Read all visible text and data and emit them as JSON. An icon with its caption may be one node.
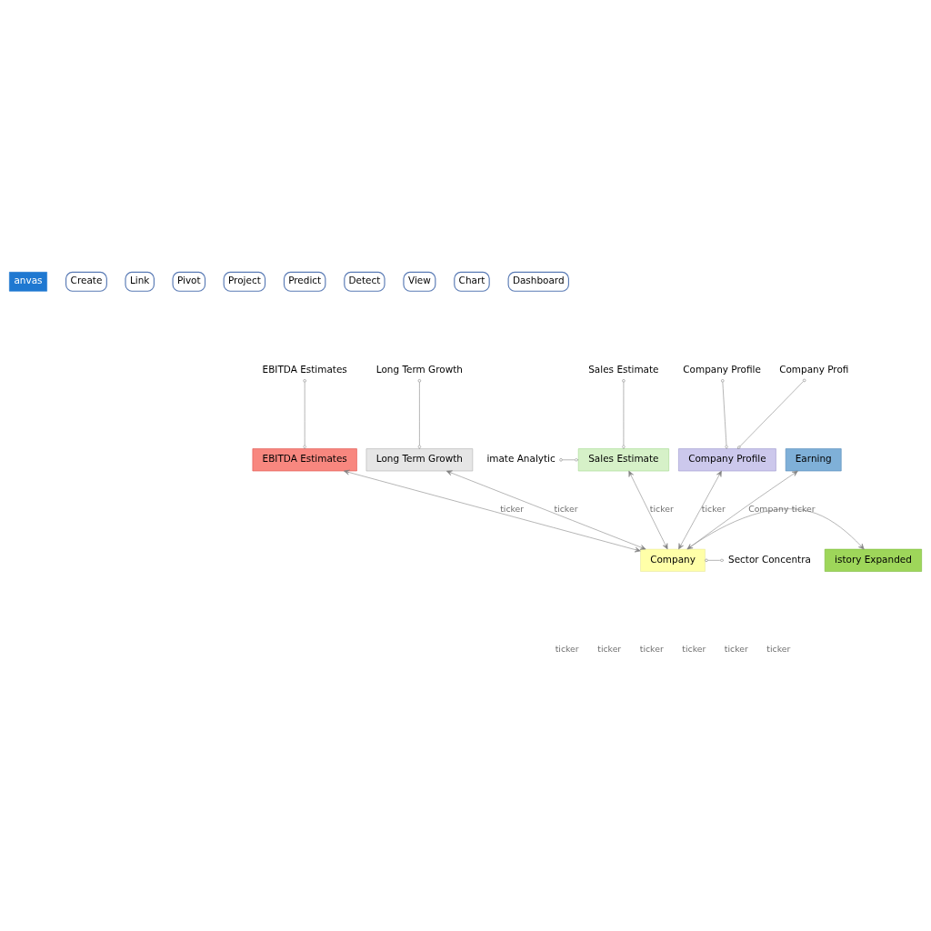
{
  "diagram": {
    "nodes": [
      {
        "text": [
          "EBITDA Estimates"
        ]
      },
      {
        "text": [
          "EBITDA Estimates"
        ]
      },
      {
        "text": [
          "Long Term Growth"
        ]
      },
      {
        "text": [
          "Long Term Growth"
        ]
      },
      {
        "text": [
          "Sales Estimate"
        ]
      },
      {
        "text": [
          "Sales Estimate"
        ]
      },
      {
        "text": [
          "imate Analytic"
        ]
      },
      {
        "text": [
          "Company Profile"
        ]
      },
      {
        "text": [
          "Company Profi"
        ]
      },
      {
        "text": [
          "Company Profile"
        ]
      },
      {
        "text": [
          "Earning"
        ]
      },
      {
        "text": [
          "Company"
        ]
      },
      {
        "text": [
          "istory Expanded"
        ]
      },
      {
        "text": [
          "Sector Concentra"
        ]
      }
    ],
    "edges": [
      {
        "from": 0,
        "to": 1,
        "arrow": "other"
      },
      {
        "from": 2,
        "to": 3,
        "arrow": "other"
      },
      {
        "from": 4,
        "to": 5,
        "arrow": "other"
      },
      {
        "from": 6,
        "to": 5,
        "arrow": "other"
      },
      {
        "from": 7,
        "to": 9,
        "arrow": "other"
      },
      {
        "from": 8,
        "to": 9,
        "arrow": "other"
      },
      {
        "from": 3,
        "to": 11,
        "arrow": "both",
        "label": "ticker"
      },
      {
        "from": 1,
        "to": 11,
        "arrow": "both",
        "label": "ticker"
      },
      {
        "from": 9,
        "to": 11,
        "arrow": "both",
        "label": "ticker"
      },
      {
        "from": 10,
        "to": 11,
        "arrow": "both",
        "label": "Company"
      },
      {
        "from": 5,
        "to": 11,
        "arrow": "both",
        "label": "ticker"
      },
      {
        "from": 11,
        "to": 12,
        "arrow": "to",
        "label": "ticker"
      },
      {
        "from": 11,
        "to": 13,
        "arrow": "other"
      }
    ],
    "labels": [
      "anvas",
      "Create",
      "Link",
      "Pivot",
      "Project",
      "Predict",
      "Detect",
      "View",
      "Chart",
      "Dashboard",
      "ticker",
      "ticker",
      "ticker",
      "ticker",
      "ticker",
      "ticker"
    ]
  }
}
